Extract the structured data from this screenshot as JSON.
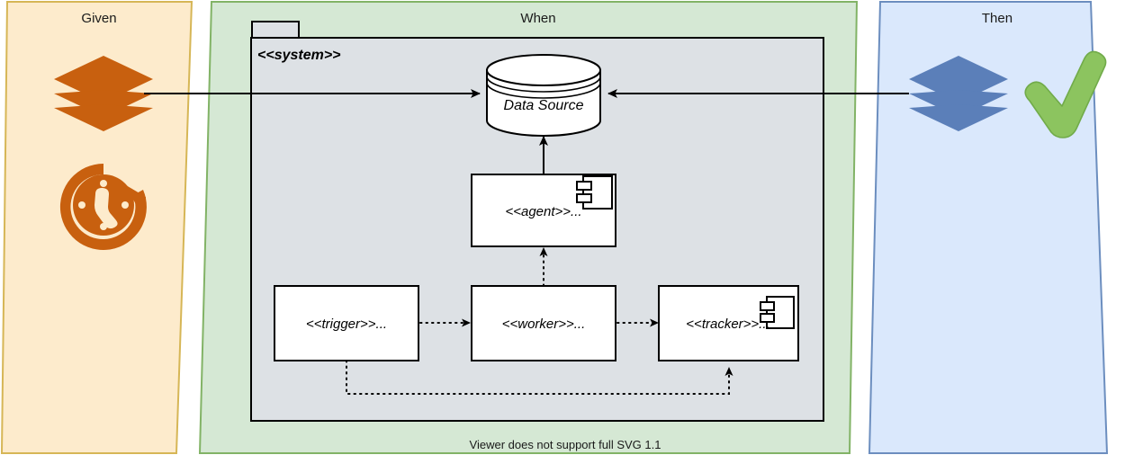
{
  "diagram": {
    "footer_note": "Viewer does not support full SVG 1.1",
    "lanes": [
      {
        "id": "given",
        "label": "Given",
        "fill": "#fdebcc",
        "stroke": "#d6b656"
      },
      {
        "id": "when",
        "label": "When",
        "fill": "#d5e8d4",
        "stroke": "#82b366"
      },
      {
        "id": "then",
        "label": "Then",
        "fill": "#dae8fc",
        "stroke": "#6c8ebf"
      }
    ],
    "given": {
      "label": "Given",
      "icons": [
        {
          "name": "layers-icon",
          "color": "#c8600f"
        },
        {
          "name": "clock-refresh-icon",
          "color": "#c8600f"
        }
      ]
    },
    "then": {
      "label": "Then",
      "icons": [
        {
          "name": "layers-icon",
          "color": "#5b7fb9"
        },
        {
          "name": "check-mark-icon",
          "color": "#8cc45f"
        }
      ]
    },
    "when": {
      "label": "When",
      "package": {
        "name": "system-package",
        "stereotype": "<<system>>",
        "fill": "#dde1e5",
        "stroke": "#000000"
      },
      "nodes": [
        {
          "id": "datasource",
          "label": "Data Source",
          "shape": "cylinder",
          "component_icon": false
        },
        {
          "id": "agent",
          "label": "<<agent>>...",
          "shape": "rect",
          "component_icon": true
        },
        {
          "id": "trigger",
          "label": "<<trigger>>...",
          "shape": "rect",
          "component_icon": false
        },
        {
          "id": "worker",
          "label": "<<worker>>...",
          "shape": "rect",
          "component_icon": false
        },
        {
          "id": "tracker",
          "label": "<<tracker>>...",
          "shape": "rect",
          "component_icon": true
        }
      ],
      "edges": [
        {
          "id": "given-to-datasource",
          "style": "solid",
          "arrow": "end"
        },
        {
          "id": "then-to-datasource",
          "style": "solid",
          "arrow": "end"
        },
        {
          "id": "agent-to-datasource",
          "style": "solid",
          "arrow": "end"
        },
        {
          "id": "worker-to-agent",
          "style": "dotted",
          "arrow": "end"
        },
        {
          "id": "trigger-to-worker",
          "style": "dotted",
          "arrow": "end"
        },
        {
          "id": "worker-to-tracker",
          "style": "dotted",
          "arrow": "end"
        },
        {
          "id": "trigger-to-tracker",
          "style": "dotted",
          "arrow": "end"
        }
      ]
    }
  }
}
